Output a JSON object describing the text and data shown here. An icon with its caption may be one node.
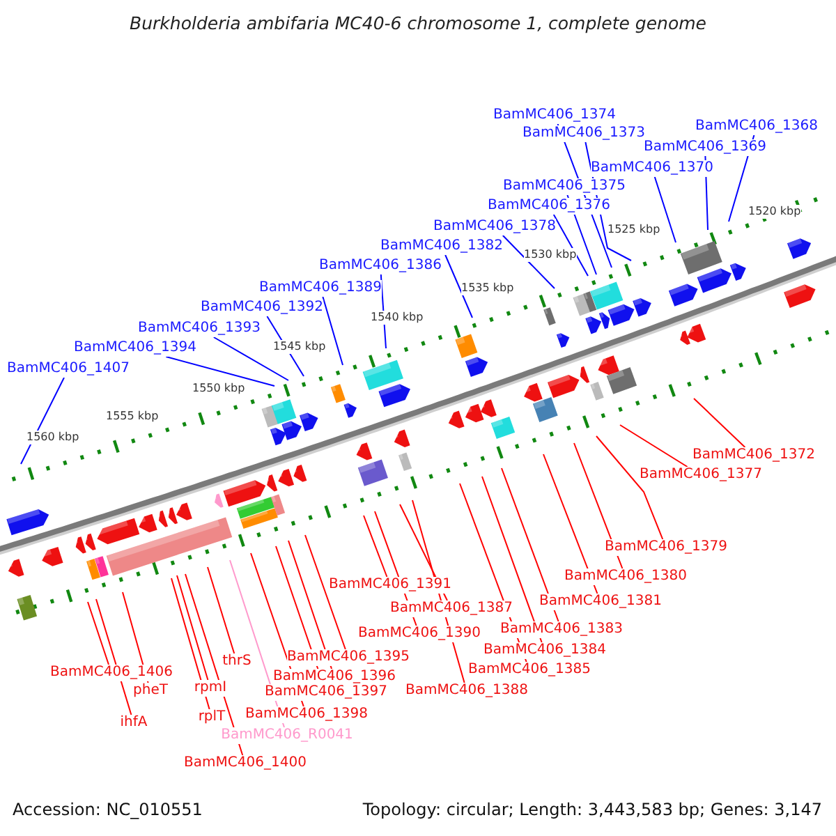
{
  "diagram": {
    "title": "Burkholderia ambifaria MC40-6 chromosome 1, complete genome",
    "nodes": [
      {
        "text": [
          "BamMC406_1374"
        ]
      },
      {
        "text": [
          "BamMC406_1368"
        ]
      },
      {
        "text": [
          "BamMC406_1373"
        ]
      },
      {
        "text": [
          "BamMC406_1369"
        ]
      },
      {
        "text": [
          "BamMC406_1370"
        ]
      },
      {
        "text": [
          "BamMC406_1375"
        ]
      },
      {
        "text": [
          "BamMC406_1376"
        ]
      },
      {
        "text": [
          "BamMC406_1378"
        ]
      },
      {
        "text": [
          "BamMC406_1382"
        ]
      },
      {
        "text": [
          "BamMC406_1386"
        ]
      },
      {
        "text": [
          "BamMC406_1389"
        ]
      },
      {
        "text": [
          "BamMC406_1392"
        ]
      },
      {
        "text": [
          "BamMC406_1393"
        ]
      },
      {
        "text": [
          "BamMC406_1394"
        ]
      },
      {
        "text": [
          "BamMC406_1407"
        ]
      },
      {
        "text": [
          "BamMC406_1372"
        ]
      },
      {
        "text": [
          "BamMC406_1377"
        ]
      },
      {
        "text": [
          "BamMC406_1379"
        ]
      },
      {
        "text": [
          "BamMC406_1380"
        ]
      },
      {
        "text": [
          "BamMC406_1391"
        ]
      },
      {
        "text": [
          "BamMC406_1381"
        ]
      },
      {
        "text": [
          "BamMC406_1387"
        ]
      },
      {
        "text": [
          "BamMC406_1383"
        ]
      },
      {
        "text": [
          "BamMC406_1390"
        ]
      },
      {
        "text": [
          "BamMC406_1384"
        ]
      },
      {
        "text": [
          "BamMC406_1395"
        ]
      },
      {
        "text": [
          "thrS"
        ]
      },
      {
        "text": [
          "BamMC406_1385"
        ]
      },
      {
        "text": [
          "BamMC406_1406"
        ]
      },
      {
        "text": [
          "BamMC406_1396"
        ]
      },
      {
        "text": [
          "pheT"
        ]
      },
      {
        "text": [
          "rpmI"
        ]
      },
      {
        "text": [
          "BamMC406_1388"
        ]
      },
      {
        "text": [
          "BamMC406_1397"
        ]
      },
      {
        "text": [
          "BamMC406_1398"
        ]
      },
      {
        "text": [
          "rplT"
        ]
      },
      {
        "text": [
          "ihfA"
        ]
      },
      {
        "text": [
          "BamMC406_R0041"
        ]
      },
      {
        "text": [
          "BamMC406_1400"
        ]
      }
    ],
    "edges": [
      {
        "from": 0,
        "to": null,
        "arrow": "none",
        "color": "#0000ff"
      },
      {
        "from": 1,
        "to": null,
        "arrow": "none",
        "color": "#0000ff"
      },
      {
        "from": 2,
        "to": null,
        "arrow": "none",
        "color": "#0000ff"
      },
      {
        "from": 3,
        "to": null,
        "arrow": "none",
        "color": "#0000ff"
      },
      {
        "from": 4,
        "to": null,
        "arrow": "none",
        "color": "#0000ff"
      },
      {
        "from": 5,
        "to": null,
        "arrow": "none",
        "color": "#0000ff"
      },
      {
        "from": 6,
        "to": null,
        "arrow": "none",
        "color": "#0000ff"
      },
      {
        "from": 7,
        "to": null,
        "arrow": "none",
        "color": "#0000ff"
      },
      {
        "from": 8,
        "to": null,
        "arrow": "none",
        "color": "#0000ff"
      },
      {
        "from": 9,
        "to": null,
        "arrow": "none",
        "color": "#0000ff"
      },
      {
        "from": 10,
        "to": null,
        "arrow": "none",
        "color": "#0000ff"
      },
      {
        "from": 11,
        "to": null,
        "arrow": "none",
        "color": "#0000ff"
      },
      {
        "from": 12,
        "to": null,
        "arrow": "none",
        "color": "#0000ff"
      },
      {
        "from": 13,
        "to": null,
        "arrow": "none",
        "color": "#0000ff"
      },
      {
        "from": 14,
        "to": null,
        "arrow": "none",
        "color": "#0000ff"
      },
      {
        "from": 15,
        "to": null,
        "arrow": "none"
      },
      {
        "from": 16,
        "to": null,
        "arrow": "none"
      },
      {
        "from": 17,
        "to": null,
        "arrow": "none"
      },
      {
        "from": 18,
        "to": null,
        "arrow": "none"
      },
      {
        "from": 19,
        "to": null,
        "arrow": "none"
      },
      {
        "from": 20,
        "to": null,
        "arrow": "none"
      },
      {
        "from": 21,
        "to": null,
        "arrow": "none"
      },
      {
        "from": 22,
        "to": null,
        "arrow": "none"
      },
      {
        "from": 23,
        "to": null,
        "arrow": "none"
      },
      {
        "from": 24,
        "to": null,
        "arrow": "none"
      },
      {
        "from": 25,
        "to": null,
        "arrow": "none"
      },
      {
        "from": 26,
        "to": null,
        "arrow": "none"
      },
      {
        "from": 27,
        "to": null,
        "arrow": "none"
      },
      {
        "from": 28,
        "to": null,
        "arrow": "none"
      },
      {
        "from": 29,
        "to": null,
        "arrow": "none"
      },
      {
        "from": 30,
        "to": null,
        "arrow": "none"
      },
      {
        "from": 31,
        "to": null,
        "arrow": "none"
      },
      {
        "from": 32,
        "to": null,
        "arrow": "none"
      },
      {
        "from": 33,
        "to": null,
        "arrow": "none"
      },
      {
        "from": 34,
        "to": null,
        "arrow": "none"
      },
      {
        "from": 35,
        "to": null,
        "arrow": "none"
      },
      {
        "from": 36,
        "to": null,
        "arrow": "none"
      },
      {
        "from": 37,
        "to": null,
        "arrow": "none",
        "color": "#ff99cc"
      },
      {
        "from": 38,
        "to": null,
        "arrow": "none"
      }
    ],
    "labels": [
      "1520 kbp",
      "1525 kbp",
      "1530 kbp",
      "1535 kbp",
      "1540 kbp",
      "1545 kbp",
      "1550 kbp",
      "1555 kbp",
      "1560 kbp",
      "Accession: NC_010551",
      "Topology: circular; Length: 3,443,583 bp; Genes: 3,147"
    ]
  }
}
